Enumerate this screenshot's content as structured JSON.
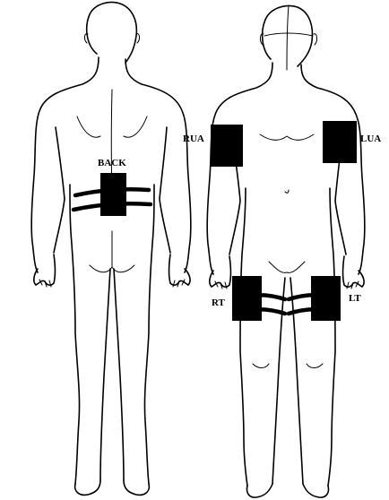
{
  "labels": {
    "back": "BACK",
    "rua": "RUA",
    "lua": "LUA",
    "rt": "RT",
    "lt": "LT"
  },
  "colors": {
    "sensor": "#000000",
    "outline": "#000000",
    "background": "#ffffff"
  }
}
